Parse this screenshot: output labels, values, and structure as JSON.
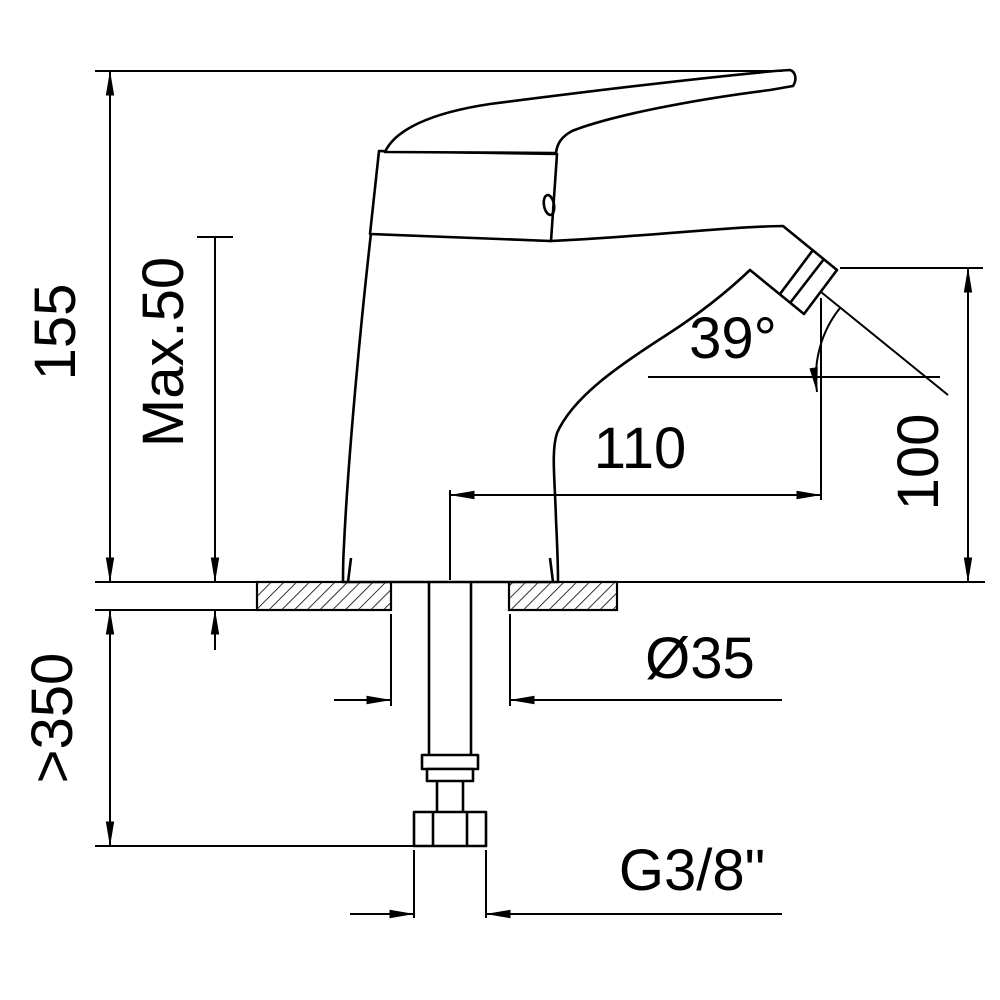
{
  "meta": {
    "background_color": "#ffffff",
    "line_color": "#000000",
    "drawing_type": "single-lever basin mixer tap, dimensioned side view"
  },
  "dimensions": {
    "total_height": "155",
    "max_mounting_thickness": "Max.50",
    "spout_angle": "39°",
    "spout_reach": "110",
    "outlet_height": "100",
    "hole_diameter": "Ø35",
    "hose_length": ">350",
    "thread_size": "G3/8\""
  }
}
